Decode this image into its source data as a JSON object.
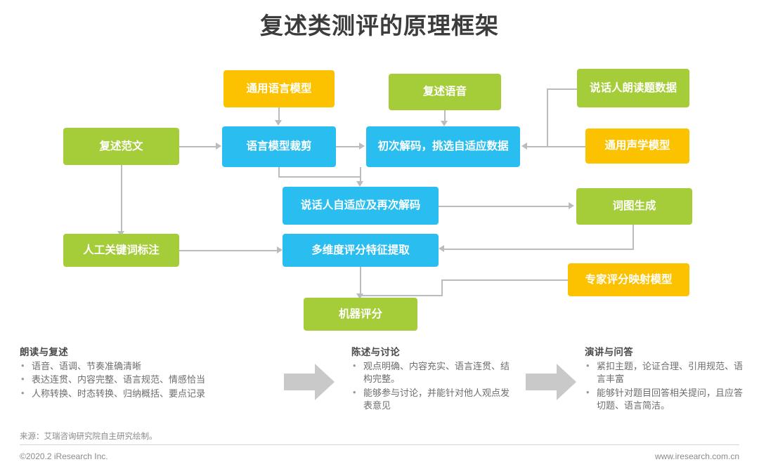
{
  "header": {
    "title": "复述类测评的原理框架"
  },
  "colors": {
    "green": "#a5cd39",
    "blue": "#29bdf0",
    "yellow": "#fcc200",
    "connector": "#b9bdbf",
    "title_text": "#3c3c3c",
    "body_text": "#6d6d6d"
  },
  "flow": {
    "nodes": [
      {
        "id": "general-language-model",
        "label": "通用语言模型",
        "color": "yellow"
      },
      {
        "id": "retell-sample-text",
        "label": "复述范文",
        "color": "green"
      },
      {
        "id": "language-model-pruning",
        "label": "语言模型裁剪",
        "color": "blue"
      },
      {
        "id": "retell-speech",
        "label": "复述语音",
        "color": "green"
      },
      {
        "id": "first-decode-select-data",
        "label": "初次解码，挑选自适应数据",
        "color": "blue"
      },
      {
        "id": "speaker-reading-data",
        "label": "说话人朗读题数据",
        "color": "green"
      },
      {
        "id": "general-acoustic-model",
        "label": "通用声学模型",
        "color": "yellow"
      },
      {
        "id": "speaker-adapt-redecode",
        "label": "说话人自适应及再次解码",
        "color": "blue"
      },
      {
        "id": "word-graph-generation",
        "label": "词图生成",
        "color": "green"
      },
      {
        "id": "manual-keyword-annotation",
        "label": "人工关键词标注",
        "color": "green"
      },
      {
        "id": "multi-dim-feature-extract",
        "label": "多维度评分特征提取",
        "color": "blue"
      },
      {
        "id": "expert-score-mapping-model",
        "label": "专家评分映射模型",
        "color": "yellow"
      },
      {
        "id": "machine-scoring",
        "label": "机器评分",
        "color": "green"
      }
    ]
  },
  "stages": [
    {
      "id": "reading-and-retelling",
      "title": "朗读与复述",
      "bullets": [
        "语音、语调、节奏准确清晰",
        "表达连贯、内容完整、语言规范、情感恰当",
        "人称转换、时态转换、归纳概括、要点记录"
      ]
    },
    {
      "id": "statement-and-discussion",
      "title": "陈述与讨论",
      "bullets": [
        "观点明确、内容充实、语言连贯、结构完整。",
        "能够参与讨论，并能针对他人观点发表意见"
      ]
    },
    {
      "id": "speech-and-qa",
      "title": "演讲与问答",
      "bullets": [
        "紧扣主题，论证合理、引用规范、语言丰富",
        "能够针对题目回答相关提问，且应答切题、语言简洁。"
      ]
    }
  ],
  "footer": {
    "source": "来源：艾瑞咨询研究院自主研究绘制。",
    "copyright": "©2020.2 iResearch Inc.",
    "website": "www.iresearch.com.cn"
  }
}
